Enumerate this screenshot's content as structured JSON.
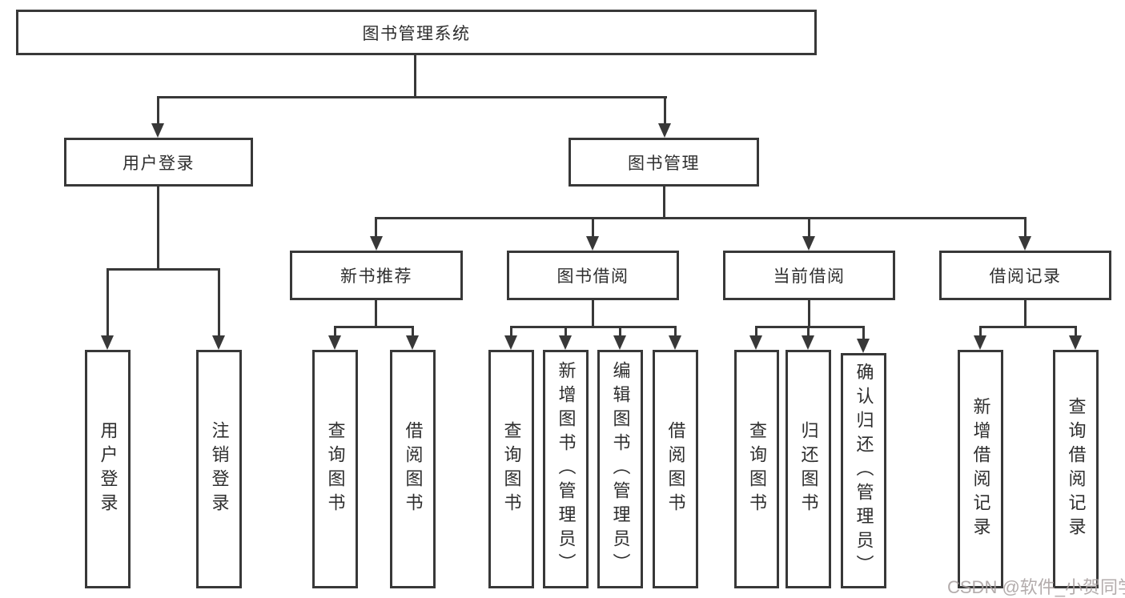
{
  "tree": {
    "root": {
      "label": "图书管理系统"
    },
    "branches": [
      {
        "label": "用户登录",
        "leaves": [
          {
            "label": "用户登录"
          },
          {
            "label": "注销登录"
          }
        ]
      },
      {
        "label": "图书管理",
        "groups": [
          {
            "label": "新书推荐",
            "leaves": [
              {
                "label": "查询图书"
              },
              {
                "label": "借阅图书"
              }
            ]
          },
          {
            "label": "图书借阅",
            "leaves": [
              {
                "label": "查询图书"
              },
              {
                "label": "新增图书（管理员）"
              },
              {
                "label": "编辑图书（管理员）"
              },
              {
                "label": "借阅图书"
              }
            ]
          },
          {
            "label": "当前借阅",
            "leaves": [
              {
                "label": "查询图书"
              },
              {
                "label": "归还图书"
              },
              {
                "label": "确认归还（管理员）"
              }
            ]
          },
          {
            "label": "借阅记录",
            "leaves": [
              {
                "label": "新增借阅记录"
              },
              {
                "label": "查询借阅记录"
              }
            ]
          }
        ]
      }
    ]
  },
  "watermark": {
    "text": "CSDN @软件_小贺同学"
  },
  "colors": {
    "line": "#383838",
    "text": "#2e2e2e",
    "background": "#ffffff",
    "watermark": "#a8a1a1"
  }
}
